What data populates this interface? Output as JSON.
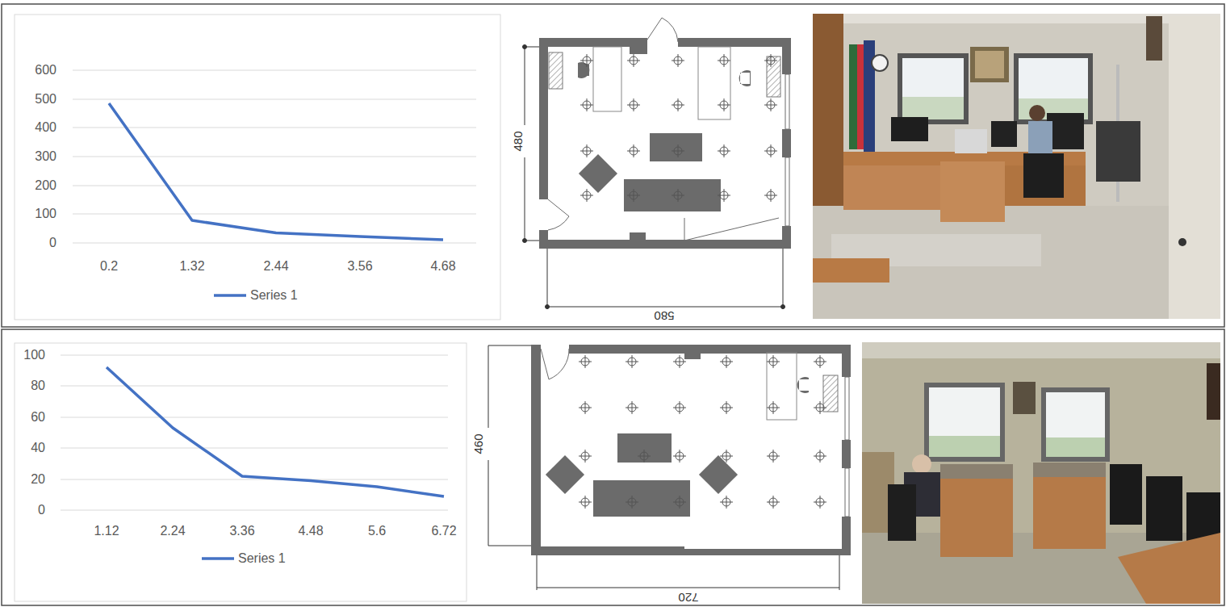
{
  "diagram": {
    "labels": [
      "600",
      "500",
      "400",
      "300",
      "200",
      "100",
      "0",
      "0.2",
      "1.32",
      "2.44",
      "3.56",
      "4.68",
      "480",
      "580",
      "100",
      "80",
      "60",
      "40",
      "20",
      "0",
      "1.12",
      "2.24",
      "3.36",
      "4.48",
      "5.6",
      "6.72",
      "460",
      "720"
    ],
    "legend": [
      {
        "text": "Series 1"
      },
      {
        "text": "Series 1"
      }
    ]
  }
}
